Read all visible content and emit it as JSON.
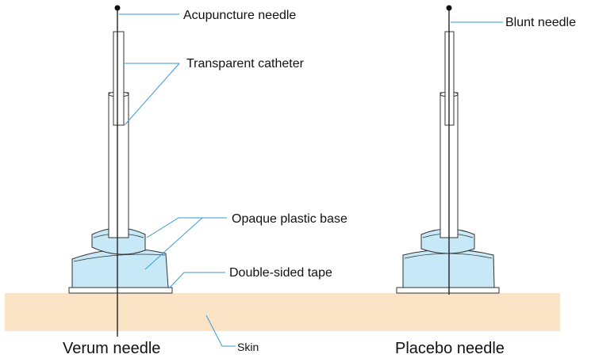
{
  "labels": {
    "acupuncture_needle": "Acupuncture needle",
    "transparent_catheter": "Transparent catheter",
    "opaque_plastic_base": "Opaque plastic base",
    "double_sided_tape": "Double-sided tape",
    "blunt_needle": "Blunt needle",
    "skin": "Skin"
  },
  "captions": {
    "verum": "Verum needle",
    "placebo": "Placebo needle"
  },
  "colors": {
    "skin": "#fbe3c6",
    "base_fill": "#c6e8f7",
    "leader_lines": "#3a9ad9",
    "outline": "#333333"
  }
}
